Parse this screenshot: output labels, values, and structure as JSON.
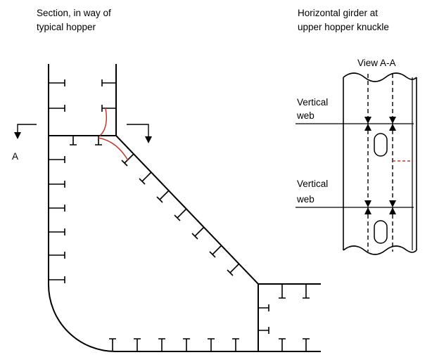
{
  "section_title": {
    "line1": "Section, in way of",
    "line2": "typical hopper"
  },
  "girder_title": {
    "line1": "Horizontal girder at",
    "line2": "upper hopper knuckle"
  },
  "view_label": "View A-A",
  "section_marker": "A",
  "vertical_web_upper": {
    "line1": "Vertical",
    "line2": "web"
  },
  "vertical_web_lower": {
    "line1": "Vertical",
    "line2": "web"
  },
  "colors": {
    "line": "#000000",
    "bracket": "#c0392b",
    "dashed_accent": "#c0392b",
    "background": "#ffffff"
  }
}
